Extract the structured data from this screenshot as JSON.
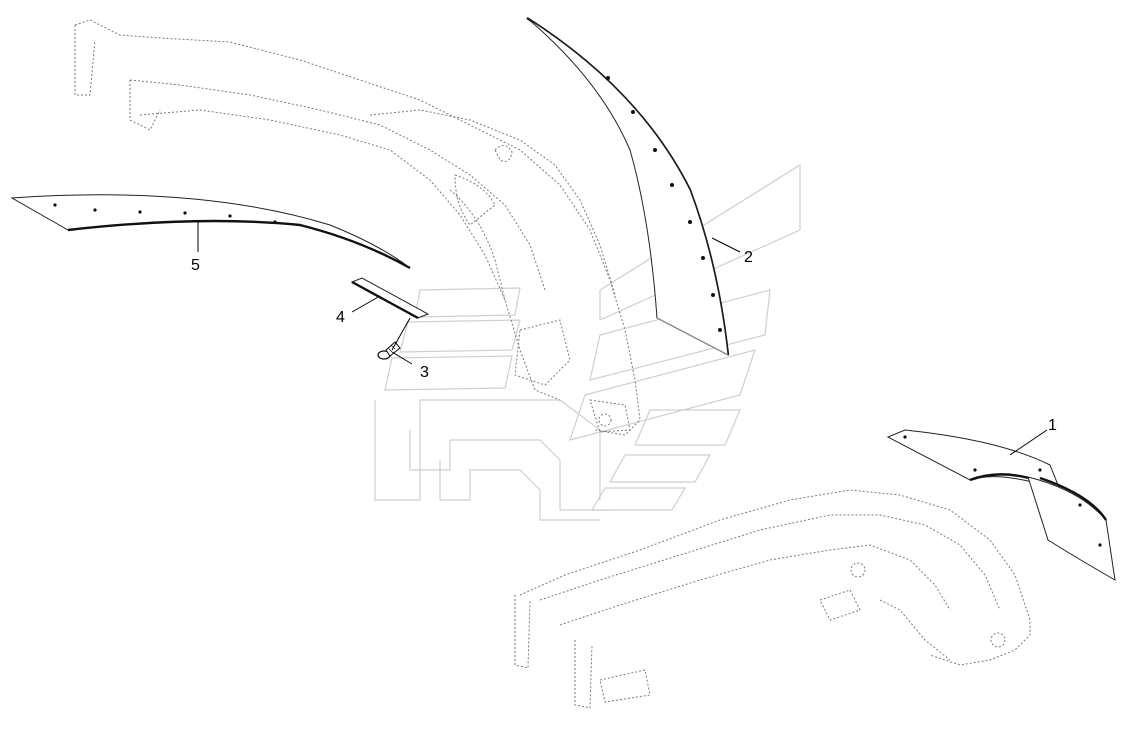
{
  "diagram": {
    "type": "exploded-parts-view",
    "callouts": [
      {
        "id": "1",
        "label": "1"
      },
      {
        "id": "2",
        "label": "2"
      },
      {
        "id": "3",
        "label": "3"
      },
      {
        "id": "4",
        "label": "4"
      },
      {
        "id": "5",
        "label": "5"
      }
    ]
  }
}
